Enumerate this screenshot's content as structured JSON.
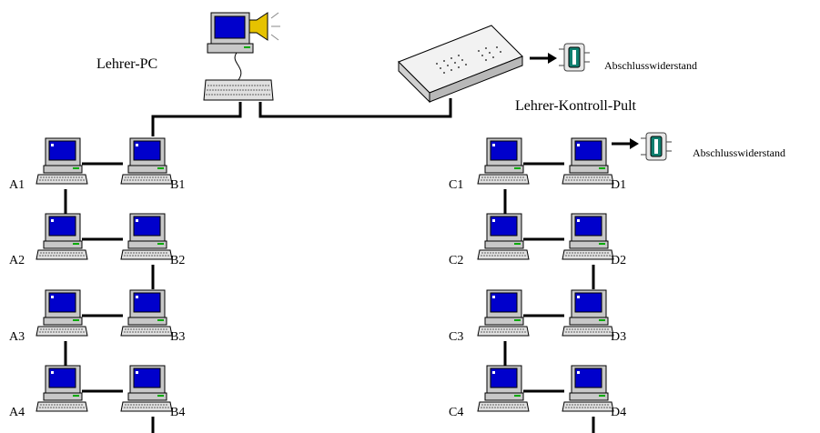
{
  "teacher_pc": {
    "label": "Lehrer-PC"
  },
  "control_panel": {
    "label": "Lehrer-Kontroll-Pult"
  },
  "terminators": [
    {
      "label": "Abschlusswiderstand"
    },
    {
      "label": "Abschlusswiderstand"
    }
  ],
  "left_columns": {
    "a": [
      "A1",
      "A2",
      "A3",
      "A4"
    ],
    "b": [
      "B1",
      "B2",
      "B3",
      "B4"
    ]
  },
  "right_columns": {
    "c": [
      "C1",
      "C2",
      "C3",
      "C4"
    ],
    "d": [
      "D1",
      "D2",
      "D3",
      "D4"
    ]
  },
  "colors": {
    "screen": "#0000cc",
    "case": "#c8c8c8",
    "cable": "#000000",
    "terminator_accent": "#108070"
  }
}
